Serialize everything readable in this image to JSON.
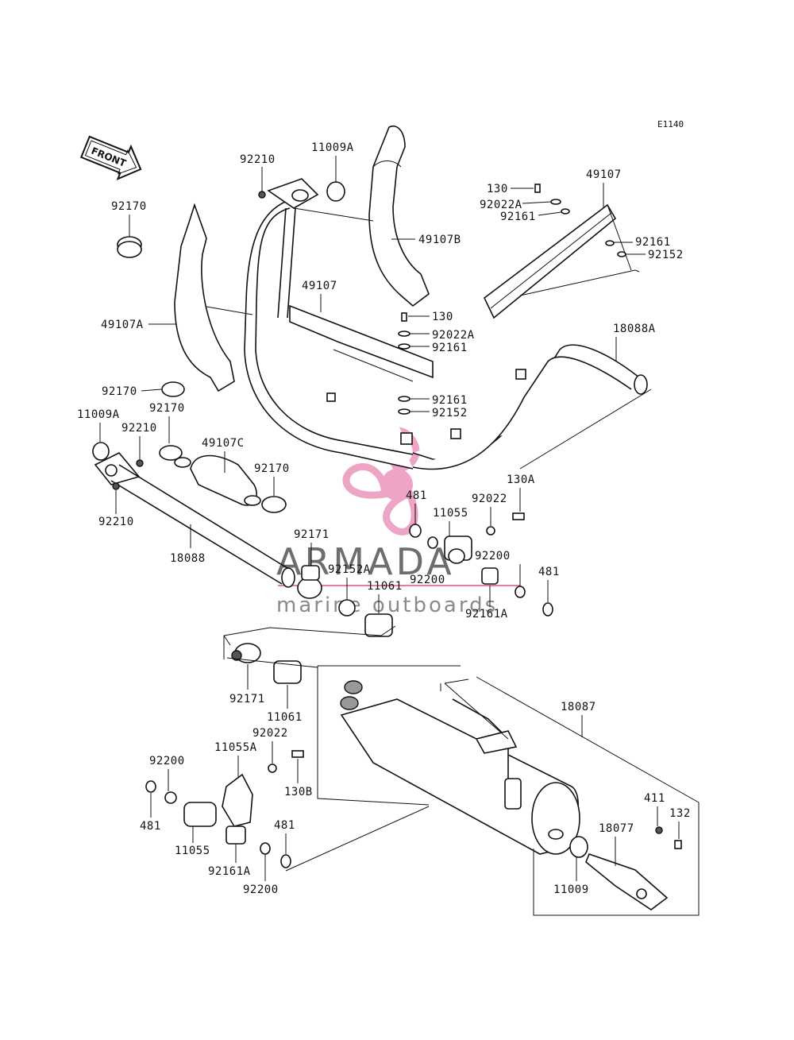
{
  "diagram_code": "E1140",
  "front_arrow_label": "FRONT",
  "watermark": {
    "brand": "ARMADA",
    "tagline": "marine outboards",
    "accent_color": "#e05a96"
  },
  "labels": {
    "p92170_a": "92170",
    "p92210_a": "92210",
    "p11009A_a": "11009A",
    "p49107B": "49107B",
    "p130_a": "130",
    "p92022A_a": "92022A",
    "p92161_a": "92161",
    "p49107_a": "49107",
    "p92161_b": "92161",
    "p92152_a": "92152",
    "p49107A": "49107A",
    "p49107_b": "49107",
    "p130_b": "130",
    "p92022A_b": "92022A",
    "p92161_c": "92161",
    "p18088A": "18088A",
    "p92170_b": "92170",
    "p92161_d": "92161",
    "p92152_b": "92152",
    "p11009A_b": "11009A",
    "p92170_c": "92170",
    "p92210_b": "92210",
    "p49107C": "49107C",
    "p92170_d": "92170",
    "p92210_c": "92210",
    "p481_a": "481",
    "p11055_a": "11055",
    "p92022_a": "92022",
    "p130A": "130A",
    "p18088": "18088",
    "p92171_a": "92171",
    "p92152A": "92152A",
    "p92200_a": "92200",
    "p92200_b": "92200",
    "p481_b": "481",
    "p11061_a": "11061",
    "p92161A_a": "92161A",
    "p92171_b": "92171",
    "p11061_b": "11061",
    "p18087": "18087",
    "p92022_b": "92022",
    "p11055A": "11055A",
    "p92200_c": "92200",
    "p130B": "130B",
    "p481_c": "481",
    "p481_d": "481",
    "p411": "411",
    "p132": "132",
    "p18077": "18077",
    "p11055_b": "11055",
    "p92161A_b": "92161A",
    "p92200_d": "92200",
    "p11009": "11009"
  }
}
